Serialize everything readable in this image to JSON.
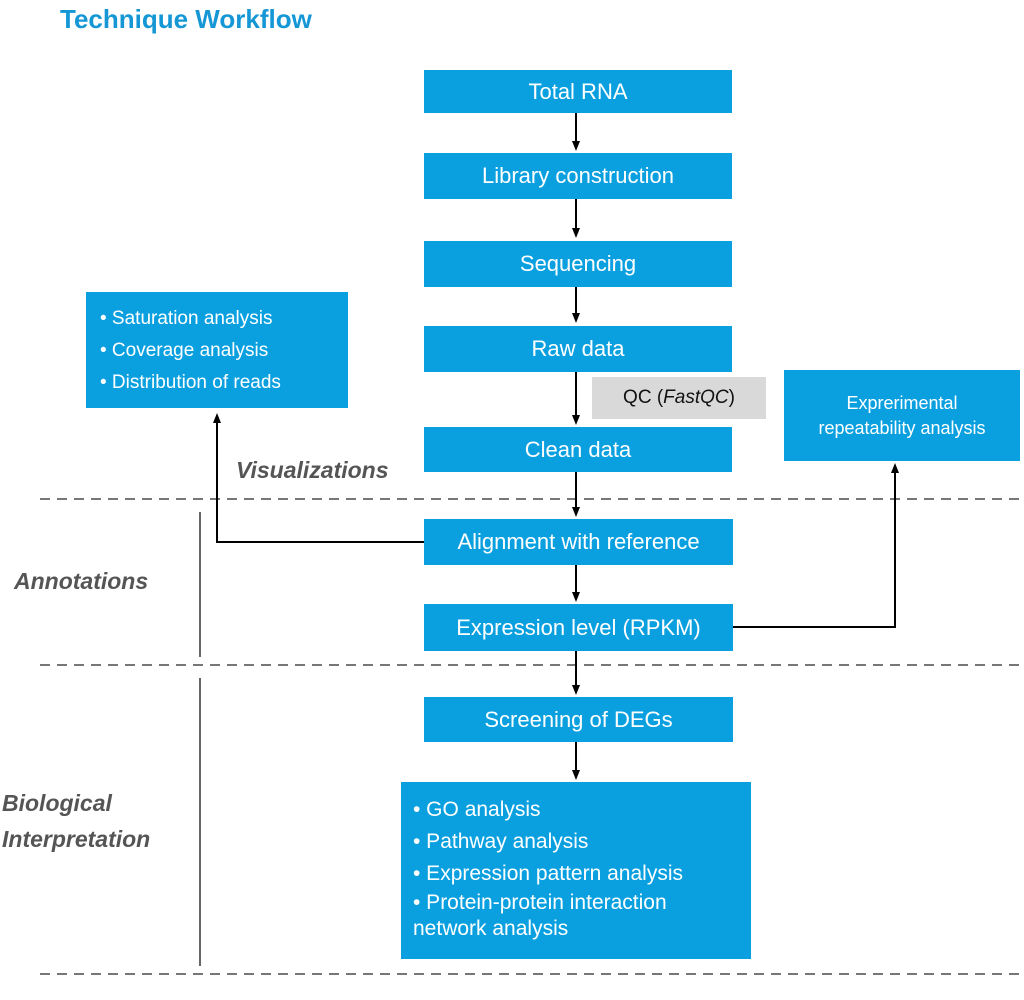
{
  "title": "Technique Workflow",
  "steps": {
    "total_rna": "Total RNA",
    "library": "Library construction",
    "sequencing": "Sequencing",
    "raw_data": "Raw data",
    "qc_prefix": "QC (",
    "qc_tool": "FastQC",
    "qc_suffix": ")",
    "clean_data": "Clean data",
    "alignment": "Alignment with reference",
    "expression": "Expression level (RPKM)",
    "screening": "Screening of DEGs"
  },
  "visualization_box": [
    "• Saturation analysis",
    "• Coverage analysis",
    "• Distribution of reads"
  ],
  "repeatability": {
    "line1": "Exprerimental",
    "line2": "repeatability analysis"
  },
  "interpretation_box": [
    "• GO analysis",
    "• Pathway analysis",
    "• Expression pattern analysis",
    "• Protein-protein interaction",
    "network analysis"
  ],
  "section_labels": {
    "visualizations": "Visualizations",
    "annotations": "Annotations",
    "biological_1": "Biological",
    "biological_2": "Interpretation"
  },
  "colors": {
    "box_fill": "#0aa0e0",
    "title": "#1597d6",
    "qc_fill": "#d9d9d9",
    "label": "#555555"
  }
}
